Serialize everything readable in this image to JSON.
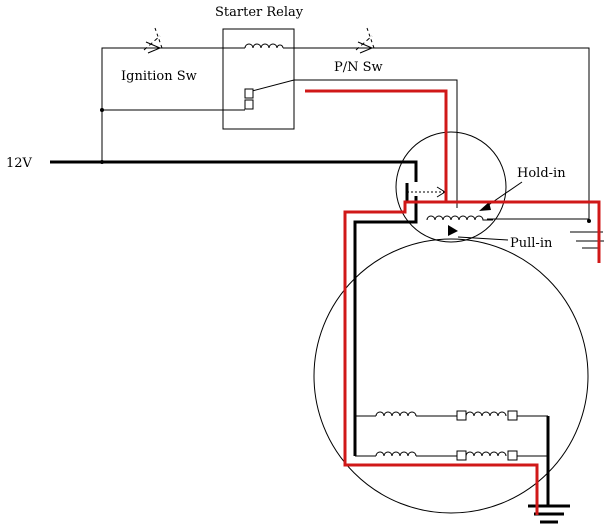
{
  "labels": {
    "starter_relay": "Starter Relay",
    "ignition_sw": "Ignition Sw",
    "pn_sw": "P/N Sw",
    "battery_12v": "12V",
    "hold_in": "Hold-in",
    "pull_in": "Pull-in"
  },
  "colors": {
    "wire": "#000000",
    "current_path": "#d01818",
    "background": "#ffffff"
  }
}
